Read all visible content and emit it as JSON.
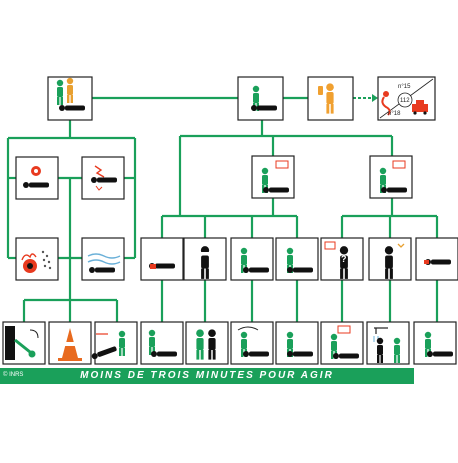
{
  "banner": {
    "text": "MOINS DE TROIS MINUTES POUR AGIR"
  },
  "credit": {
    "text": "© INRS"
  },
  "emergency_numbers": {
    "n15": "n°15",
    "n112": "112",
    "n18": "n°18"
  },
  "question_mark": "?",
  "colors": {
    "connector": "#1aa05a",
    "box_border": "#222222",
    "person": "#111111",
    "rescuer": "#1aa05a",
    "danger": "#e83a1f",
    "speech_bubble_border": "#e83a1f",
    "banner_bg": "#1aa05a",
    "banner_text": "#ffffff"
  },
  "icons": {
    "root_scene": "rescuers-protect-victim-icon",
    "examine_victim": "rescuer-examines-victim-icon",
    "alert_caller": "phone-call-icon",
    "emergency_services": "ambulance-firetruck-icon",
    "bleeding": "bleeding-victim-icon",
    "electric_burn": "burned-victim-icon",
    "fire_victim": "victim-on-fire-icon",
    "gas_exposure": "toxic-fumes-victim-icon",
    "talks_victim": "talking-victim-icon",
    "unresponsive_victim": "unresponsive-victim-icon",
    "hemorrhage": "hemorrhage-icon",
    "choking": "choking-icon",
    "breathing_check": "breathing-check-icon",
    "recovery_kneel": "kneeling-rescuer-icon",
    "confused_person": "confused-person-icon",
    "pain_person": "person-in-pain-icon",
    "lying_victim": "lying-victim-icon",
    "electrical_cut": "electrical-cut-icon",
    "traffic_cone": "traffic-cone-icon",
    "extract_victim": "extract-victim-icon",
    "compress_wound": "wound-compression-icon",
    "heimlich": "heimlich-maneuver-icon",
    "cpr": "cardiac-massage-icon",
    "recovery_position": "recovery-position-icon",
    "ask_questions": "question-victim-icon",
    "shower_rinse": "shower-rinse-icon",
    "rest_position": "rest-position-icon"
  }
}
